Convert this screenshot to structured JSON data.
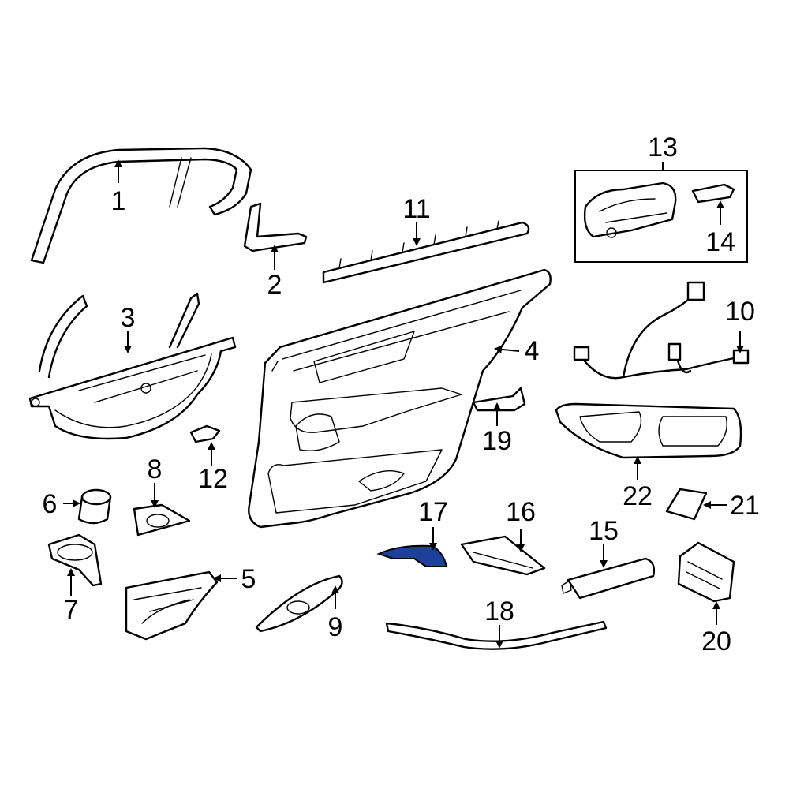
{
  "diagram": {
    "highlight_color": "#1d3f9e",
    "callouts": [
      {
        "id": "1",
        "label": "1"
      },
      {
        "id": "2",
        "label": "2"
      },
      {
        "id": "3",
        "label": "3"
      },
      {
        "id": "4",
        "label": "4"
      },
      {
        "id": "5",
        "label": "5"
      },
      {
        "id": "6",
        "label": "6"
      },
      {
        "id": "7",
        "label": "7"
      },
      {
        "id": "8",
        "label": "8"
      },
      {
        "id": "9",
        "label": "9"
      },
      {
        "id": "10",
        "label": "10"
      },
      {
        "id": "11",
        "label": "11"
      },
      {
        "id": "12",
        "label": "12"
      },
      {
        "id": "13",
        "label": "13"
      },
      {
        "id": "14",
        "label": "14"
      },
      {
        "id": "15",
        "label": "15"
      },
      {
        "id": "16",
        "label": "16"
      },
      {
        "id": "17",
        "label": "17"
      },
      {
        "id": "18",
        "label": "18"
      },
      {
        "id": "19",
        "label": "19"
      },
      {
        "id": "20",
        "label": "20"
      },
      {
        "id": "21",
        "label": "21"
      },
      {
        "id": "22",
        "label": "22"
      }
    ],
    "highlighted_part": "17"
  }
}
